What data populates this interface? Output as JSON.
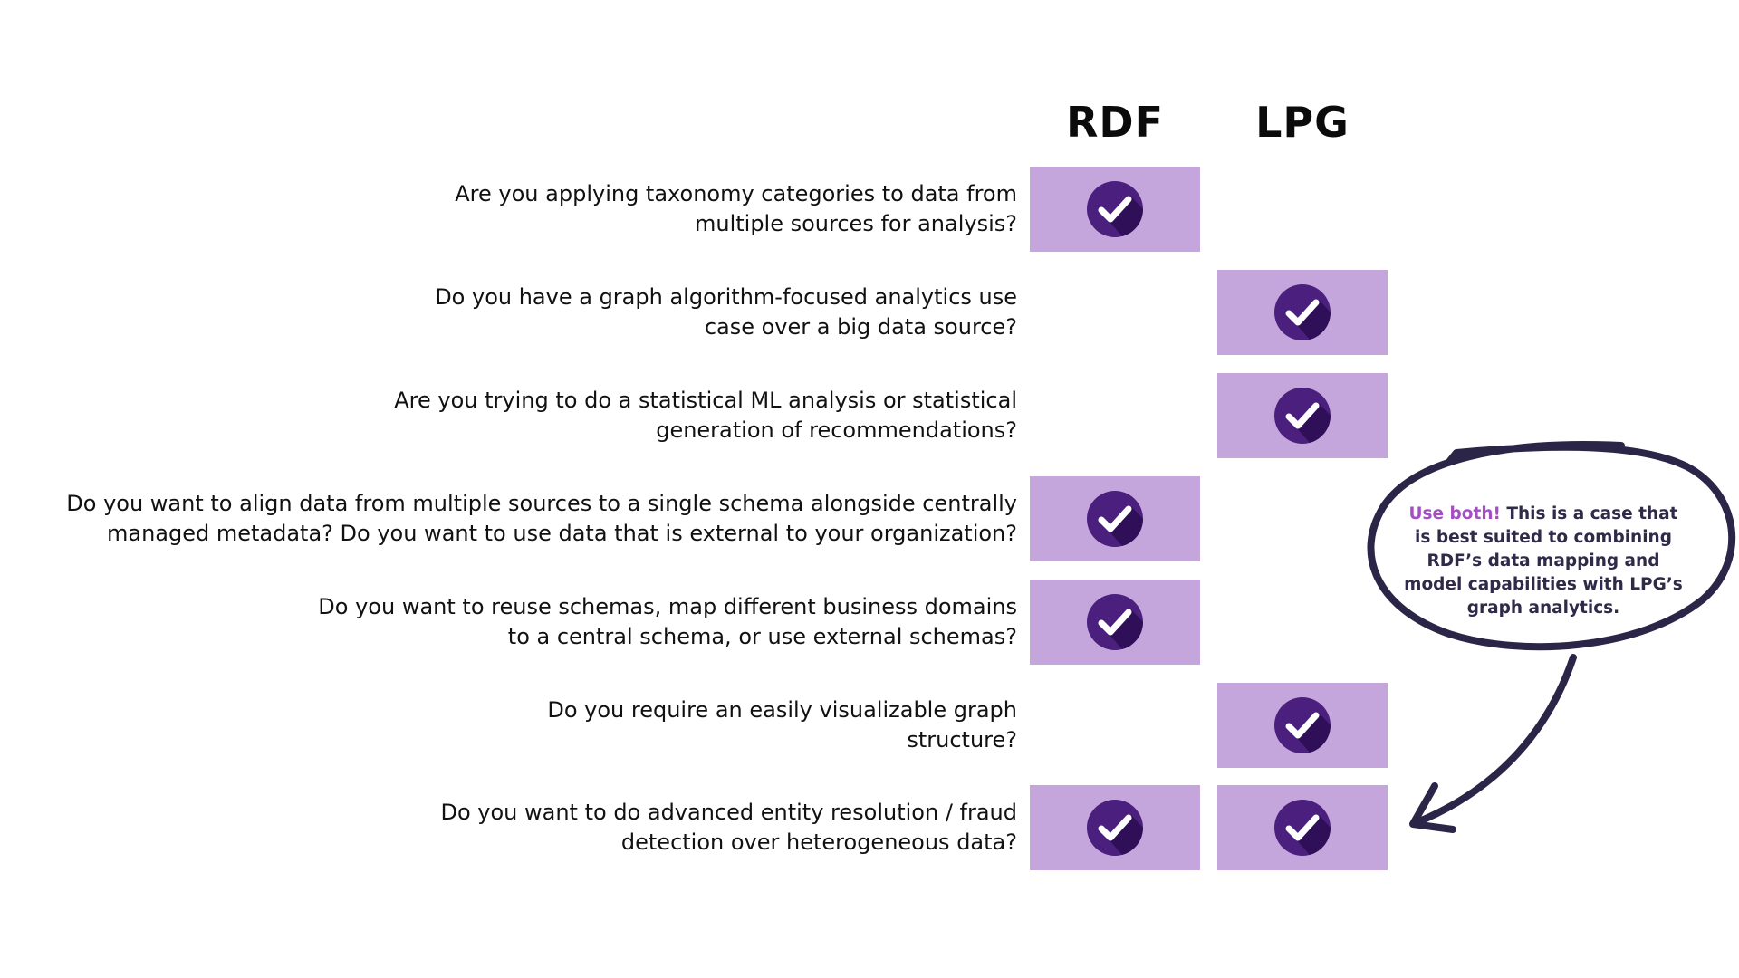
{
  "columns": {
    "rdf": "RDF",
    "lpg": "LPG"
  },
  "colors": {
    "cell_fill": "#c5a6dc",
    "check_circle": "#4b1f7e",
    "check_shadow": "#2f0f57",
    "callout_stroke": "#2b2548",
    "callout_highlight": "#a34fc4"
  },
  "rows": [
    {
      "question": "Are you applying taxonomy categories to data from\nmultiple sources for analysis?",
      "rdf": true,
      "lpg": false
    },
    {
      "question": "Do you have a graph algorithm-focused analytics use\ncase over a big data source?",
      "rdf": false,
      "lpg": true
    },
    {
      "question": "Are you trying to do a statistical ML analysis or statistical\ngeneration of recommendations?",
      "rdf": false,
      "lpg": true
    },
    {
      "question": "Do you want to align data from multiple sources to a single schema alongside centrally\nmanaged metadata? Do you want to use data that is external to your organization?",
      "rdf": true,
      "lpg": false
    },
    {
      "question": "Do you want to reuse schemas, map different business domains\nto a central schema, or use external schemas?",
      "rdf": true,
      "lpg": false
    },
    {
      "question": "Do you require an easily visualizable graph\nstructure?",
      "rdf": false,
      "lpg": true
    },
    {
      "question": "Do you want to do advanced entity resolution / fraud\ndetection over heterogeneous data?",
      "rdf": true,
      "lpg": true
    }
  ],
  "callout": {
    "highlight": "Use both!",
    "text": " This is a case that is best suited to combining RDF’s data mapping and model capabilities with LPG’s graph analytics."
  },
  "icons": {
    "check": "check-circle-icon",
    "arrow": "curved-arrow-icon"
  }
}
